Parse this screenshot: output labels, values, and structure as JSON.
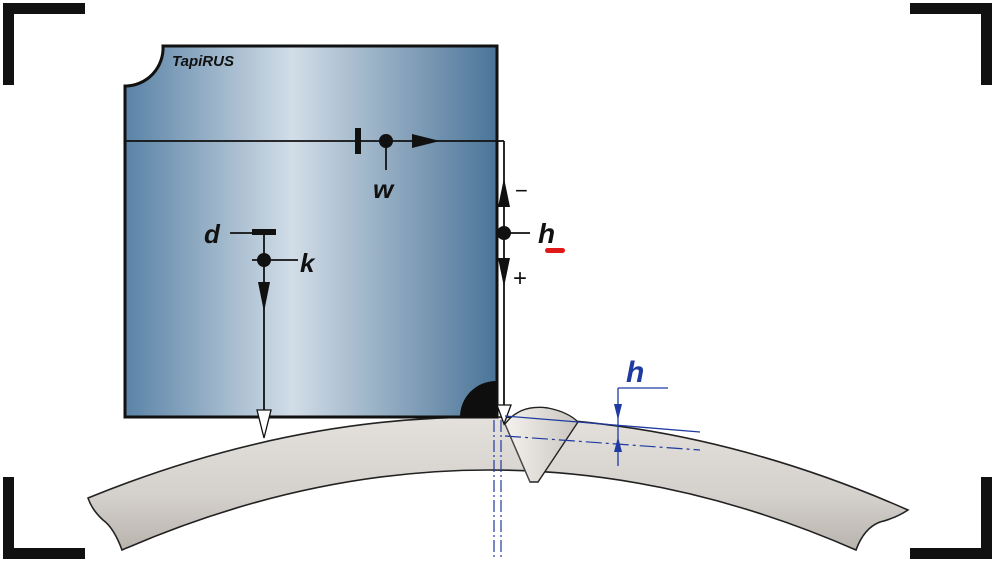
{
  "brand": {
    "text": "TapiRUS"
  },
  "labels": {
    "w": "w",
    "d": "d",
    "k": "k",
    "h": "h",
    "minus": "−",
    "plus": "+",
    "h_dim": "h"
  },
  "colors": {
    "gauge_dark": "#4f7a9e",
    "gauge_light": "#cfdae4",
    "pipe_fill": "#d6d2cd",
    "pipe_shadow": "#a9a49e",
    "weld_fill": "#e9e6e2",
    "dim_blue": "#1f3aa0",
    "highlight_red": "#e01818",
    "ink": "#111111"
  }
}
